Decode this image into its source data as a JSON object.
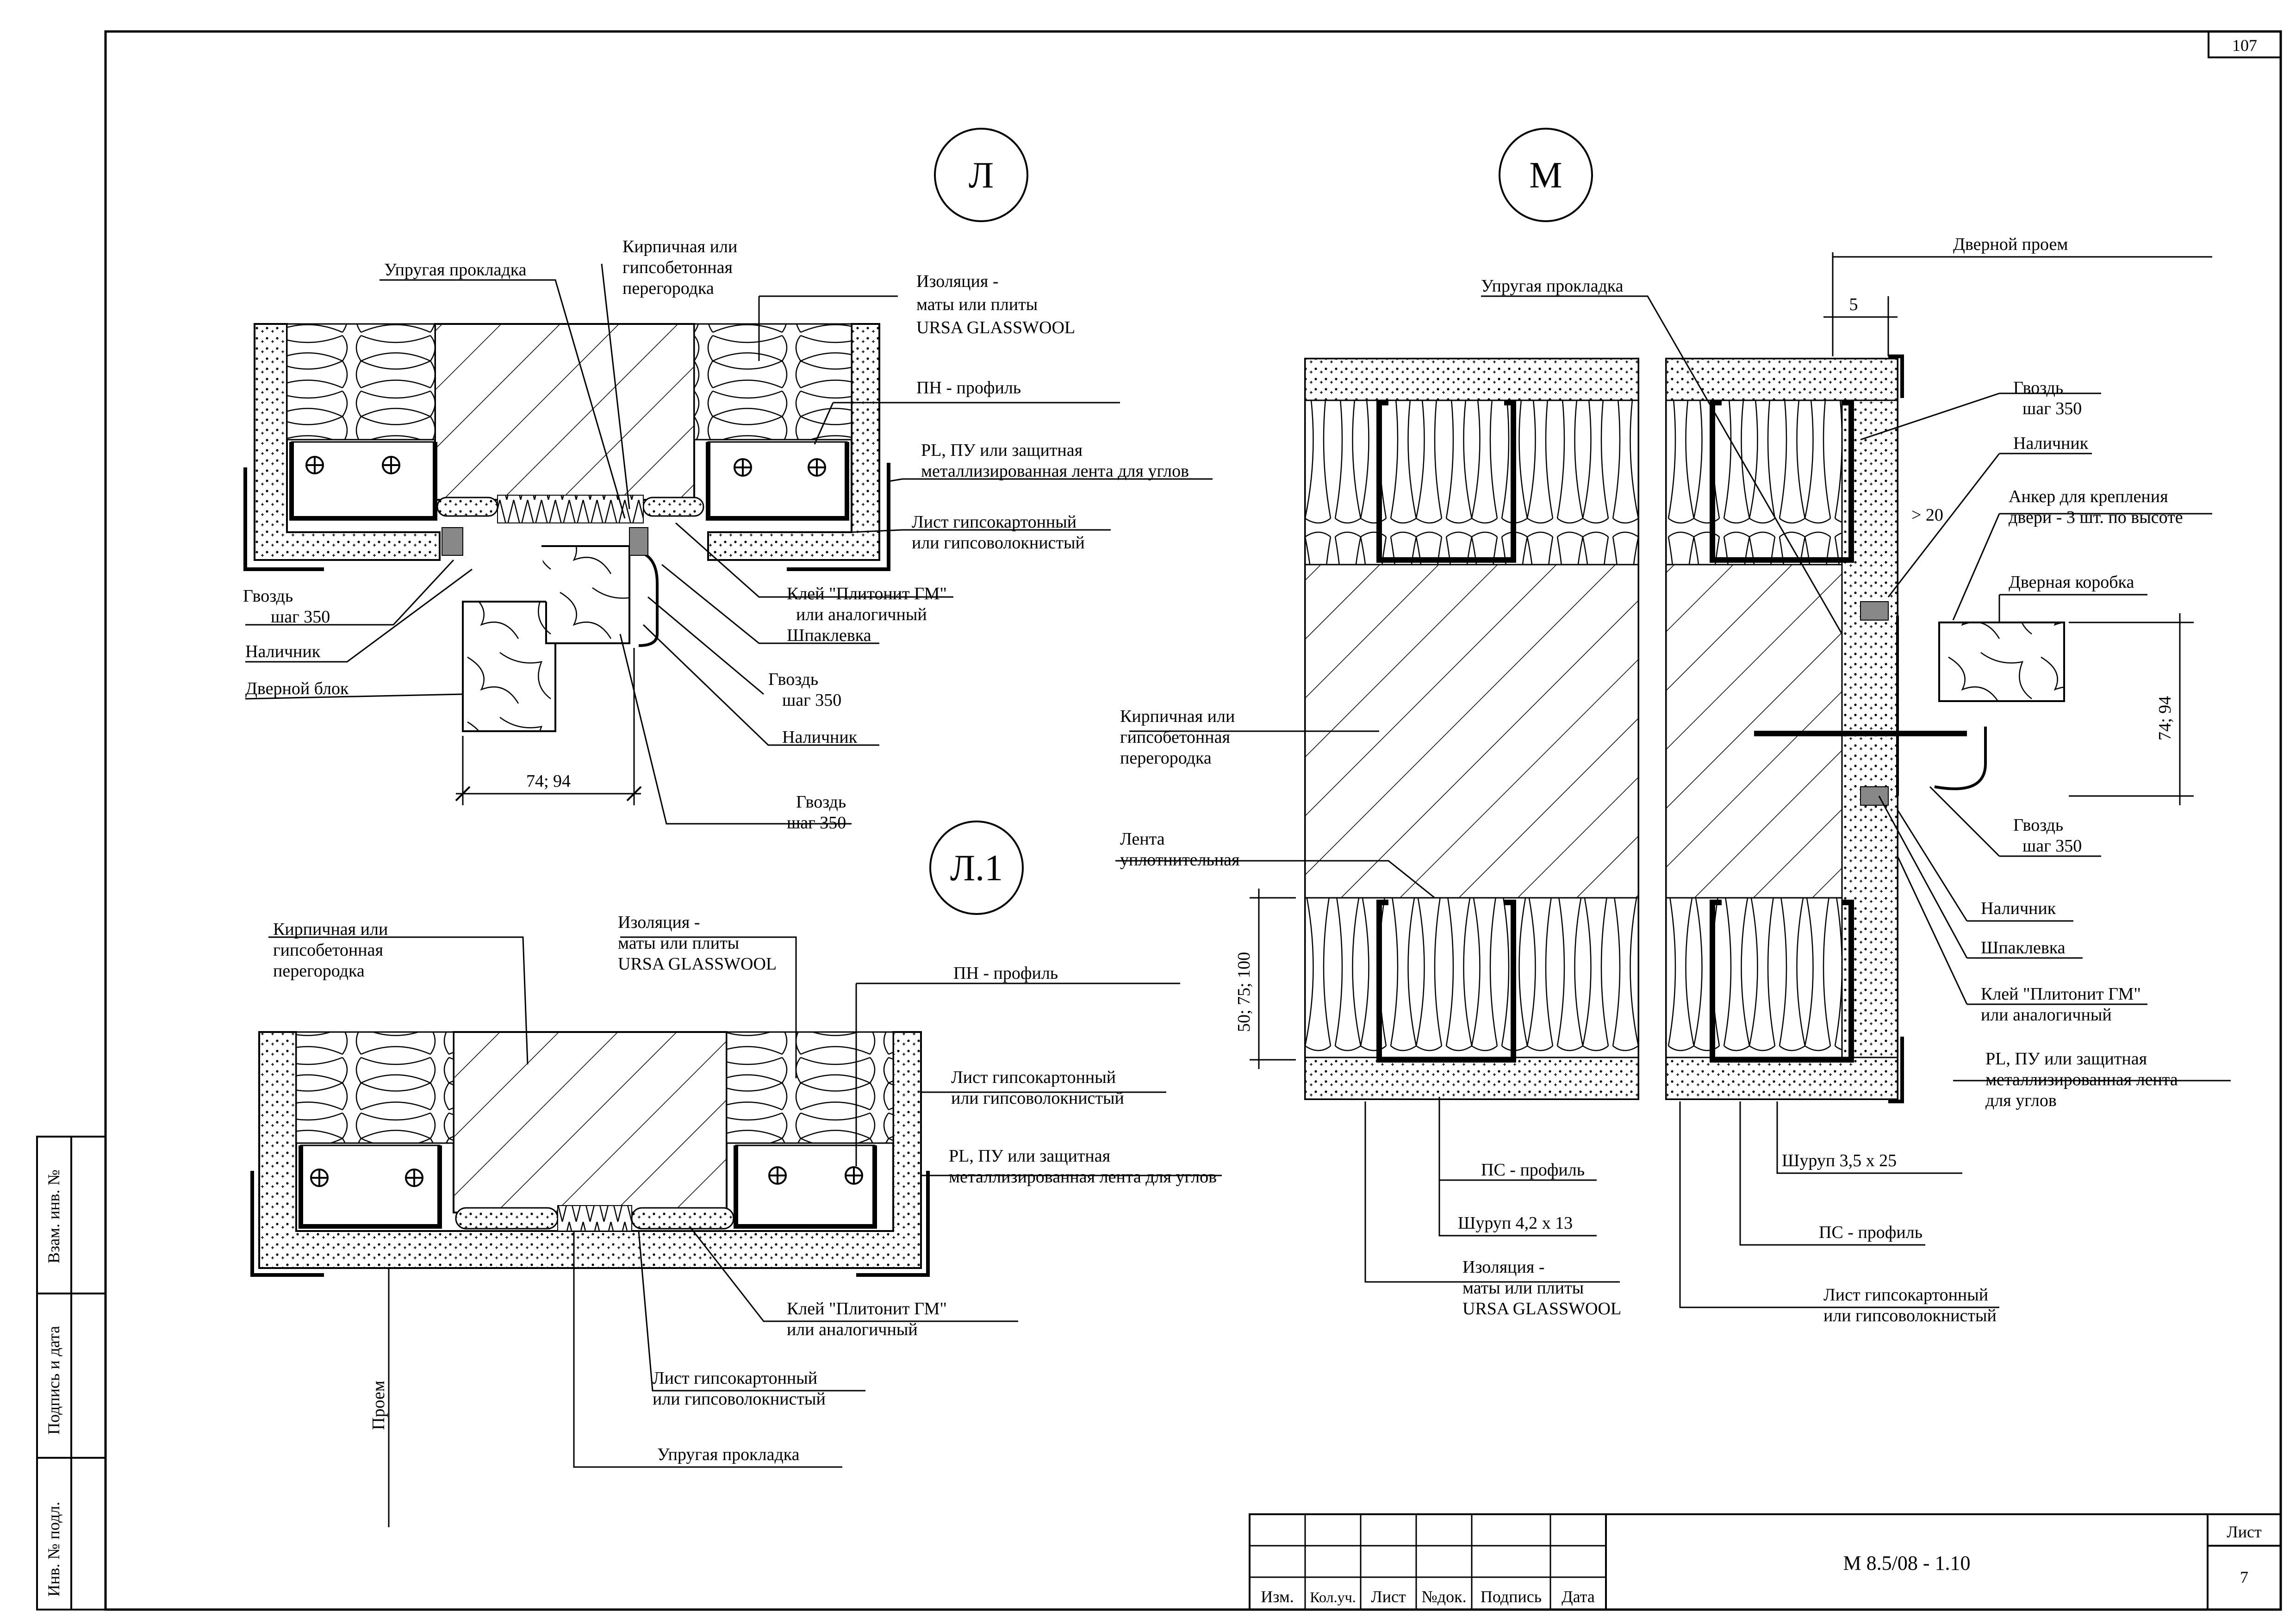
{
  "sheet": {
    "page_number": "107",
    "code": "М 8.5/08 - 1.10",
    "list_label": "Лист",
    "list_number": "7",
    "stamp_columns": [
      "Изм.",
      "Кол.уч.",
      "Лист",
      "№док.",
      "Подпись",
      "Дата"
    ],
    "side_stamp": [
      "Взам. инв. №",
      "Подпись и дата",
      "Инв. № подл."
    ]
  },
  "views": {
    "L": "Л",
    "L1": "Л.1",
    "M": "М"
  },
  "labels_L": {
    "uprugaya": "Упругая прокладка",
    "kirp_1": "Кирпичная или",
    "kirp_2": "гипсобетонная",
    "kirp_3": "перегородка",
    "izol_1": "Изоляция -",
    "izol_2": "маты или плиты",
    "izol_3": "URSA GLASSWOOL",
    "pn": "ПН - профиль",
    "pl_1": "PL, ПУ или защитная",
    "pl_2": "металлизированная лента для углов",
    "list_1": "Лист гипсокартонный",
    "list_2": "или гипсоволокнистый",
    "gvozd_1": "Гвоздь",
    "gvozd_2": "шаг 350",
    "nalichnik": "Наличник",
    "dvernoy_blok": "Дверной блок",
    "klei_1": "Клей \"Плитонит ГМ\"",
    "klei_2": "или аналогичный",
    "shpak": "Шпаклевка",
    "gvozd2_1": "Гвоздь",
    "gvozd2_2": "шаг 350",
    "nalichnik2": "Наличник",
    "gvozd3_1": "Гвоздь",
    "gvozd3_2": "шаг 350",
    "dim": "74; 94"
  },
  "labels_L1": {
    "kirp_1": "Кирпичная или",
    "kirp_2": "гипсобетонная",
    "kirp_3": "перегородка",
    "izol_1": "Изоляция -",
    "izol_2": "маты или плиты",
    "izol_3": "URSA GLASSWOOL",
    "pn": "ПН - профиль",
    "list_1": "Лист гипсокартонный",
    "list_2": "или гипсоволокнистый",
    "pl_1": "PL, ПУ или защитная",
    "pl_2": "металлизированная лента для углов",
    "klei_1": "Клей \"Плитонит ГМ\"",
    "klei_2": "или аналогичный",
    "list2_1": "Лист гипсокартонный",
    "list2_2": "или гипсоволокнистый",
    "uprugaya": "Упругая прокладка",
    "proem": "Проем"
  },
  "labels_M": {
    "uprugaya": "Упругая прокладка",
    "dvernoy_proem": "Дверной проем",
    "dim5": "5",
    "gvozd_1": "Гвоздь",
    "gvozd_2": "шаг 350",
    "nalichnik": "Наличник",
    "anker_1": "Анкер для крепления",
    "anker_2": "двери - 3 шт. по высоте",
    "dim20": "> 20",
    "korobka": "Дверная коробка",
    "dim7494": "74; 94",
    "gvozd2_1": "Гвоздь",
    "gvozd2_2": "шаг 350",
    "nalichnik2": "Наличник",
    "shpak": "Шпаклевка",
    "klei_1": "Клей \"Плитонит ГМ\"",
    "klei_2": "или аналогичный",
    "pl_1": "PL, ПУ или защитная",
    "pl_2": "металлизированная лента",
    "pl_3": "для углов",
    "kirp_1": "Кирпичная или",
    "kirp_2": "гипсобетонная",
    "kirp_3": "перегородка",
    "lenta_1": "Лента",
    "lenta_2": "уплотнительная",
    "dim50": "50; 75; 100",
    "ps1": "ПС - профиль",
    "shurup1": "Шуруп 4,2 х 13",
    "izol_1": "Изоляция -",
    "izol_2": "маты или плиты",
    "izol_3": "URSA GLASSWOOL",
    "shurup2": "Шуруп 3,5 х 25",
    "ps2": "ПС - профиль",
    "list_1": "Лист гипсокартонный",
    "list_2": "или гипсоволокнистый"
  }
}
